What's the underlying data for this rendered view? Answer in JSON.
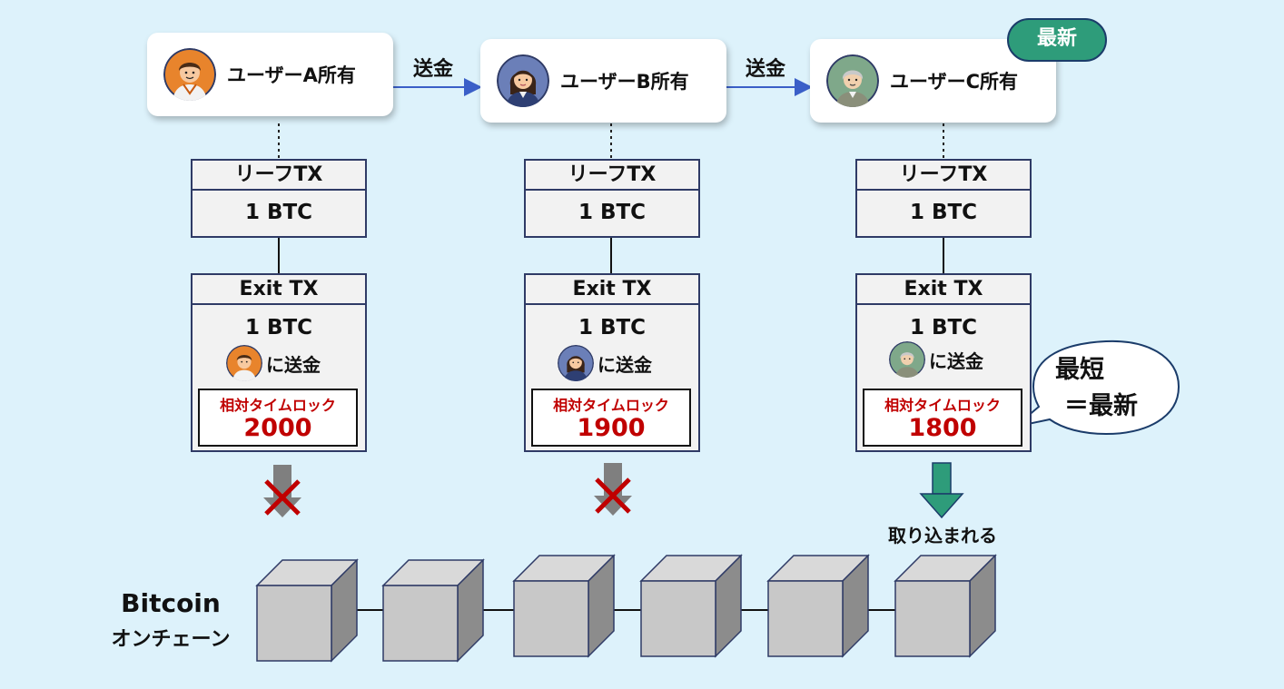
{
  "users": [
    {
      "label": "ユーザーA所有",
      "avatar": "man-orange-avatar"
    },
    {
      "label": "ユーザーB所有",
      "avatar": "woman-blue-avatar"
    },
    {
      "label": "ユーザーC所有",
      "avatar": "elder-green-avatar"
    }
  ],
  "transfers": [
    "送金",
    "送金"
  ],
  "latest_badge": "最新",
  "columns": [
    {
      "leaf_tx": {
        "title": "リーフTX",
        "amount": "1 BTC"
      },
      "exit_tx": {
        "title": "Exit TX",
        "amount": "1 BTC",
        "send_to": "に送金",
        "lock_label": "相対タイムロック",
        "lock_value": "2000"
      },
      "outcome": "rejected"
    },
    {
      "leaf_tx": {
        "title": "リーフTX",
        "amount": "1 BTC"
      },
      "exit_tx": {
        "title": "Exit TX",
        "amount": "1 BTC",
        "send_to": "に送金",
        "lock_label": "相対タイムロック",
        "lock_value": "1900"
      },
      "outcome": "rejected"
    },
    {
      "leaf_tx": {
        "title": "リーフTX",
        "amount": "1 BTC"
      },
      "exit_tx": {
        "title": "Exit TX",
        "amount": "1 BTC",
        "send_to": "に送金",
        "lock_label": "相対タイムロック",
        "lock_value": "1800"
      },
      "outcome": "accepted",
      "outcome_label": "取り込まれる"
    }
  ],
  "callout": {
    "line1": "最短",
    "line2": "＝最新"
  },
  "chain": {
    "title": "Bitcoin",
    "subtitle": "オンチェーン",
    "blocks": 6
  },
  "colors": {
    "background": "#ddf2fb",
    "box_border": "#2f3b66",
    "lock_text": "#c00000",
    "accept_arrow": "#2e9c7a",
    "reject_mark": "#c00000",
    "block_fill": "#c8c8c8"
  }
}
